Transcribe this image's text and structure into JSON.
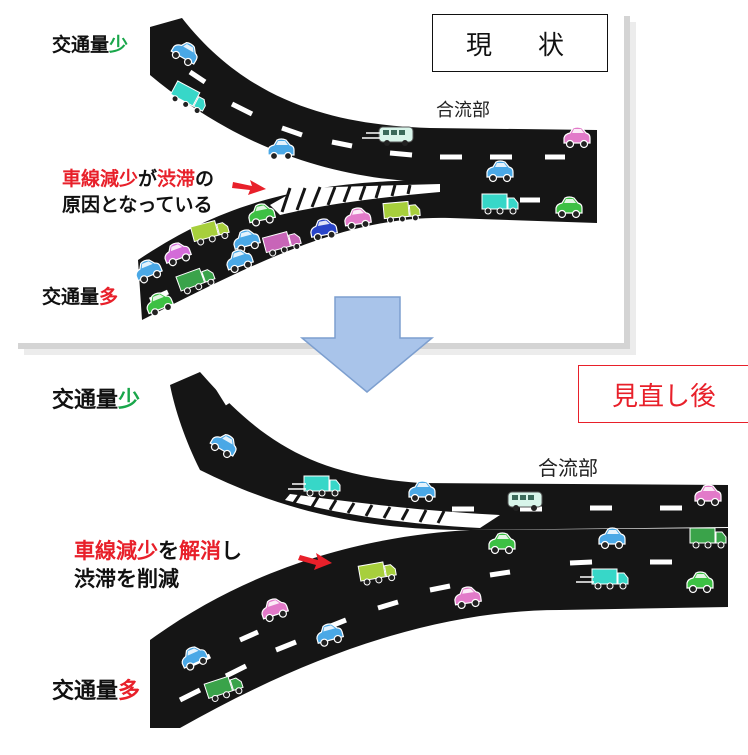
{
  "top": {
    "status_label": "現　状",
    "traffic_low": {
      "prefix": "交通量",
      "suffix": "少"
    },
    "traffic_high": {
      "prefix": "交通量",
      "suffix": "多"
    },
    "junction_label": "合流部",
    "cause_note": {
      "part1": "車線減少",
      "part2": "が",
      "part3": "渋滞",
      "part4": "の",
      "line2": "原因となっている"
    }
  },
  "bottom": {
    "status_label": "見直し後",
    "traffic_low": {
      "prefix": "交通量",
      "suffix": "少"
    },
    "traffic_high": {
      "prefix": "交通量",
      "suffix": "多"
    },
    "junction_label": "合流部",
    "effect_note": {
      "part1": "車線減少",
      "part2": "を",
      "part3": "解消",
      "part4": "し",
      "line2": "渋滞を削減"
    }
  },
  "colors": {
    "road": "#151515",
    "arrow": "#a9c4ea",
    "accent_red": "#e8202a",
    "accent_green": "#19a64a"
  }
}
